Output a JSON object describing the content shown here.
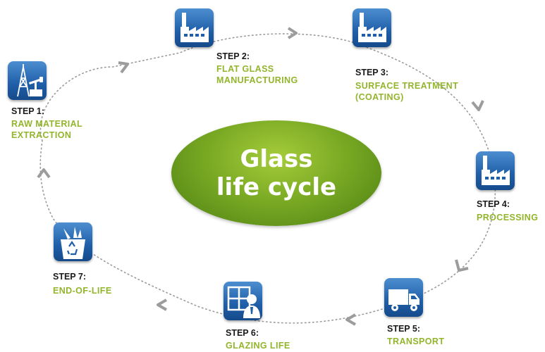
{
  "center": {
    "line1": "Glass",
    "line2": "life cycle"
  },
  "steps": [
    {
      "title": "STEP 1:",
      "name": [
        "RAW MATERIAL",
        "EXTRACTION"
      ],
      "icon": "oil-derrick-icon"
    },
    {
      "title": "STEP 2:",
      "name": [
        "FLAT GLASS",
        "MANUFACTURING"
      ],
      "icon": "factory-icon"
    },
    {
      "title": "STEP 3:",
      "name": [
        "SURFACE TREATMENT",
        "(COATING)"
      ],
      "icon": "factory-icon"
    },
    {
      "title": "STEP 4:",
      "name": [
        "PROCESSING"
      ],
      "icon": "factory-icon"
    },
    {
      "title": "STEP 5:",
      "name": [
        "TRANSPORT"
      ],
      "icon": "truck-icon"
    },
    {
      "title": "STEP 6:",
      "name": [
        "GLAZING LIFE"
      ],
      "icon": "window-person-icon"
    },
    {
      "title": "STEP 7:",
      "name": [
        "END-OF-LIFE"
      ],
      "icon": "recycle-bin-icon"
    }
  ],
  "colors": {
    "icon_blue": "#1f5ea8",
    "label_green": "#93b52b",
    "center_green": "#6f9f1f"
  }
}
